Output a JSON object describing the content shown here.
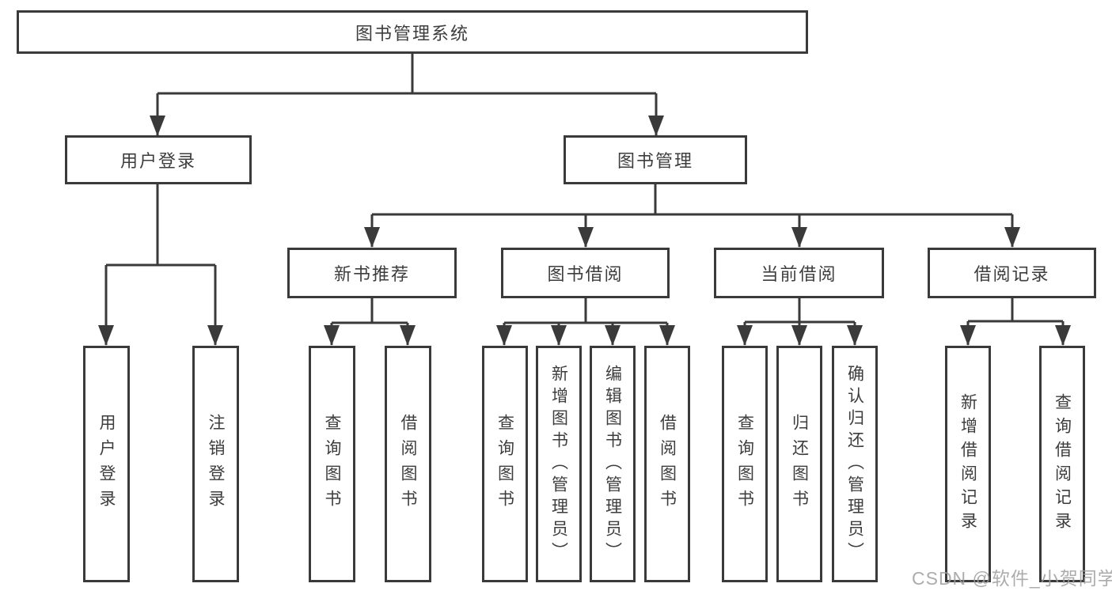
{
  "tree": {
    "label": "图书管理系统",
    "children": [
      {
        "label": "用户登录",
        "children": [
          {
            "label": "用户登录"
          },
          {
            "label": "注销登录"
          }
        ]
      },
      {
        "label": "图书管理",
        "children": [
          {
            "label": "新书推荐",
            "children": [
              {
                "label": "查询图书"
              },
              {
                "label": "借阅图书"
              }
            ]
          },
          {
            "label": "图书借阅",
            "children": [
              {
                "label": "查询图书"
              },
              {
                "label": "新增图书（管理员）"
              },
              {
                "label": "编辑图书（管理员）"
              },
              {
                "label": "借阅图书"
              }
            ]
          },
          {
            "label": "当前借阅",
            "children": [
              {
                "label": "查询图书"
              },
              {
                "label": "归还图书"
              },
              {
                "label": "确认归还（管理员）"
              }
            ]
          },
          {
            "label": "借阅记录",
            "children": [
              {
                "label": "新增借阅记录"
              },
              {
                "label": "查询借阅记录"
              }
            ]
          }
        ]
      }
    ]
  },
  "watermark": "CSDN @软件_小贺同学",
  "colors": {
    "line": "#3a3a3a",
    "text": "#3d3d3d",
    "background": "#ffffff",
    "watermark_gray": "#9e9e9e"
  }
}
